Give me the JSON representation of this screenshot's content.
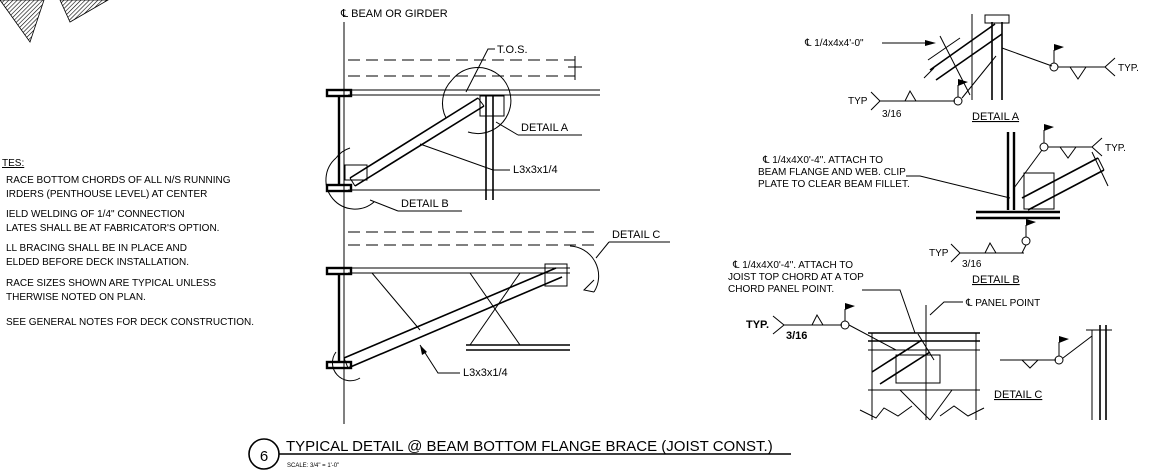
{
  "notes": {
    "header": "TES:",
    "items": [
      "RACE BOTTOM CHORDS OF ALL N/S RUNNING",
      "IRDERS (PENTHOUSE LEVEL) AT CENTER",
      "IELD WELDING OF 1/4\" CONNECTION",
      "LATES SHALL BE AT FABRICATOR'S OPTION.",
      "LL BRACING SHALL BE IN PLACE AND",
      "ELDED BEFORE DECK INSTALLATION.",
      "RACE SIZES SHOWN ARE TYPICAL UNLESS",
      "THERWISE NOTED ON PLAN.",
      "SEE GENERAL NOTES FOR DECK CONSTRUCTION."
    ]
  },
  "plan": {
    "beam_label": "℄ BEAM OR GIRDER",
    "tos": "T.O.S.",
    "detail_a": "DETAIL A",
    "detail_b": "DETAIL B",
    "detail_c": "DETAIL C",
    "angle_upper": "L3x3x1/4",
    "angle_lower": "L3x3x1/4"
  },
  "detailA": {
    "plate": "℄ 1/4x4x4'-0\"",
    "typ_left": "TYP",
    "weld_size": "3/16",
    "typ_right": "TYP.",
    "title": "DETAIL A"
  },
  "detailB": {
    "note": [
      "℄ 1/4x4X0'-4\". ATTACH TO",
      "BEAM FLANGE AND WEB.  CLIP",
      "PLATE TO CLEAR BEAM FILLET."
    ],
    "typ_left": "TYP",
    "weld_size": "3/16",
    "typ_right": "TYP.",
    "title": "DETAIL B"
  },
  "detailC": {
    "note": [
      "℄ 1/4x4X0'-4\". ATTACH TO",
      "JOIST TOP CHORD AT A TOP",
      "CHORD PANEL POINT."
    ],
    "panel": "℄ PANEL POINT",
    "typ": "TYP.",
    "weld_size": "3/16",
    "title": "DETAIL C"
  },
  "titleblock": {
    "number": "6",
    "title": "TYPICAL DETAIL @ BEAM BOTTOM FLANGE BRACE (JOIST CONST.)",
    "scale": "SCALE: 3/4\" = 1'-0\""
  }
}
